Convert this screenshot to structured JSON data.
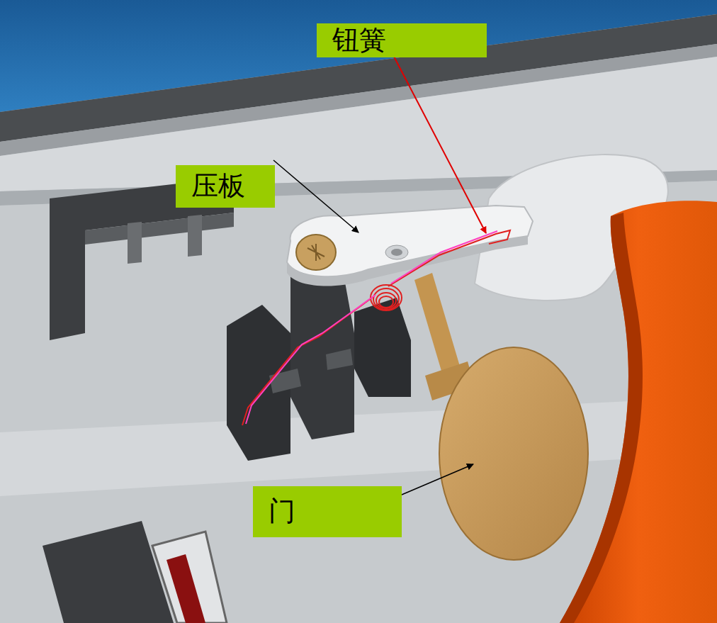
{
  "diagram": {
    "nodes": [
      {
        "text": [
          "钮簧"
        ]
      },
      {
        "text": [
          "压板"
        ]
      },
      {
        "text": [
          "门"
        ]
      }
    ]
  }
}
